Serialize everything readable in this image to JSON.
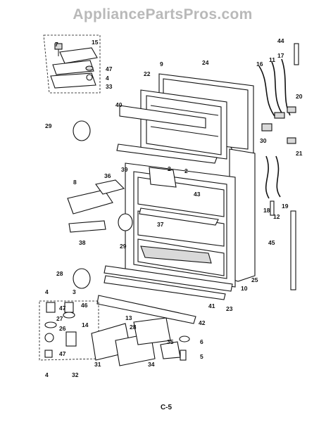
{
  "watermark": "AppliancePartsPros.com",
  "page_code": "C-5",
  "callouts": [
    "44",
    "7",
    "15",
    "47",
    "4",
    "33",
    "9",
    "24",
    "16",
    "11",
    "17",
    "22",
    "20",
    "40",
    "29",
    "2",
    "30",
    "21",
    "36",
    "8",
    "43",
    "18",
    "12",
    "19",
    "37",
    "45",
    "38",
    "29",
    "28",
    "4",
    "3",
    "47",
    "46",
    "41",
    "27",
    "26",
    "14",
    "23",
    "42",
    "13",
    "28",
    "6",
    "47",
    "35",
    "5",
    "31",
    "34",
    "4",
    "32",
    "10",
    "25",
    "39",
    "2"
  ]
}
